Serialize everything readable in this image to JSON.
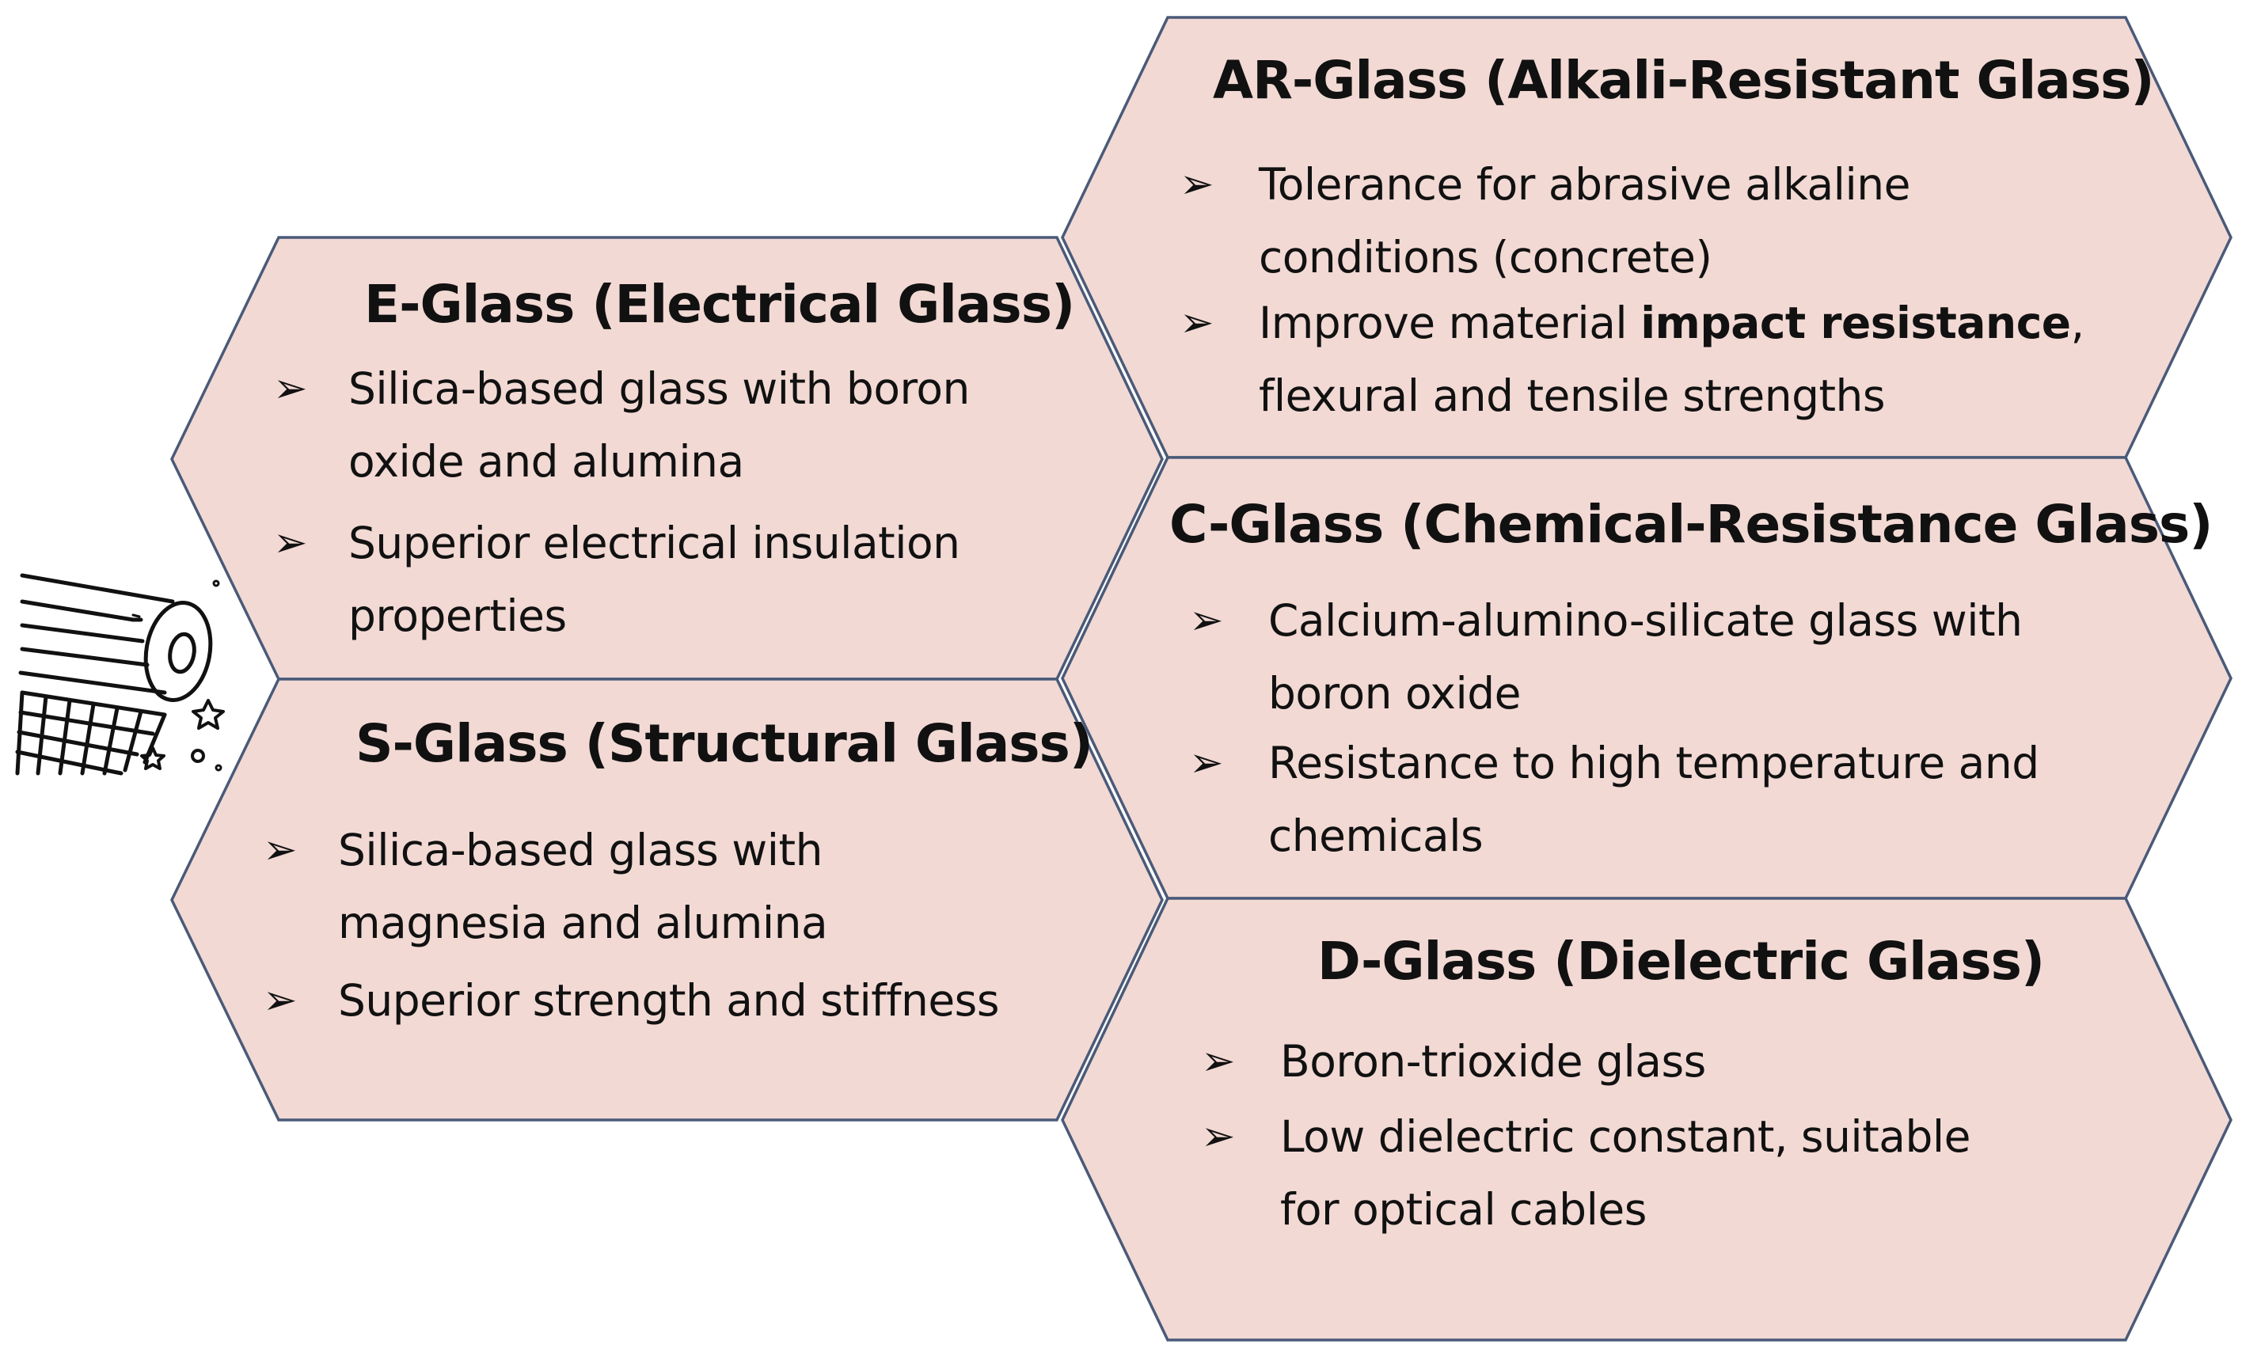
{
  "cards": {
    "e_glass": {
      "title": "E-Glass (Electrical Glass)",
      "bullets": [
        [
          "Silica-based glass with boron",
          "oxide and alumina"
        ],
        [
          "Superior electrical insulation",
          "properties"
        ]
      ]
    },
    "s_glass": {
      "title": "S-Glass (Structural Glass)",
      "bullets": [
        [
          "Silica-based glass with",
          "magnesia and alumina"
        ],
        [
          "Superior strength and stiffness"
        ]
      ]
    },
    "ar_glass": {
      "title": "AR-Glass (Alkali-Resistant Glass)",
      "bullet1": [
        "Tolerance for abrasive alkaline",
        "conditions (concrete)"
      ],
      "bullet2_line1_pre": "Improve material ",
      "bullet2_line1_bold": "impact resistance",
      "bullet2_line1_post": ",",
      "bullet2_line2": "flexural and tensile strengths"
    },
    "c_glass": {
      "title": "C-Glass (Chemical-Resistance Glass)",
      "bullets": [
        [
          "Calcium-alumino-silicate glass with",
          "boron oxide"
        ],
        [
          "Resistance to high temperature and",
          "chemicals"
        ]
      ]
    },
    "d_glass": {
      "title": "D-Glass (Dielectric Glass)",
      "bullets": [
        [
          "Boron-trioxide glass"
        ],
        [
          "Low dielectric constant, suitable",
          "for optical cables"
        ]
      ]
    }
  },
  "icon": "glass-fiber-roll-icon",
  "colors": {
    "hex_fill": "#f2d9d4",
    "hex_stroke": "#4a5a78"
  }
}
